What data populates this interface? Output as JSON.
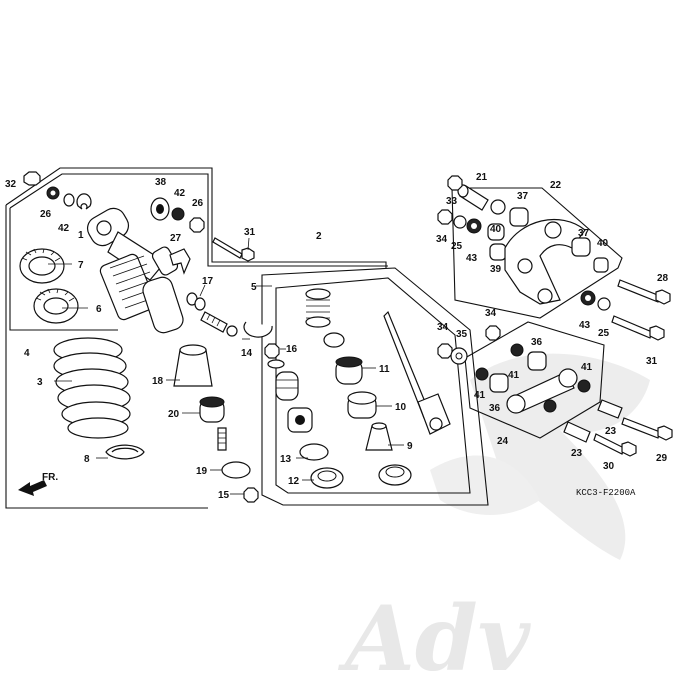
{
  "diagram": {
    "code": "KCC3-F2200A",
    "fr_label": "FR.",
    "watermark": "Adv",
    "colors": {
      "ink": "#111111",
      "watermark": "#e6e6e6",
      "background": "#ffffff"
    },
    "labels": [
      "32",
      "26",
      "42",
      "1",
      "38",
      "42",
      "26",
      "31",
      "27",
      "17",
      "2",
      "7",
      "6",
      "5",
      "16",
      "14",
      "4",
      "3",
      "18",
      "20",
      "11",
      "10",
      "9",
      "13",
      "12",
      "8",
      "19",
      "15",
      "21",
      "22",
      "33",
      "37",
      "34",
      "25",
      "40",
      "37",
      "40",
      "39",
      "43",
      "28",
      "43",
      "25",
      "31",
      "34",
      "35",
      "34",
      "36",
      "41",
      "41",
      "36",
      "41",
      "23",
      "23",
      "24",
      "30",
      "29"
    ]
  }
}
